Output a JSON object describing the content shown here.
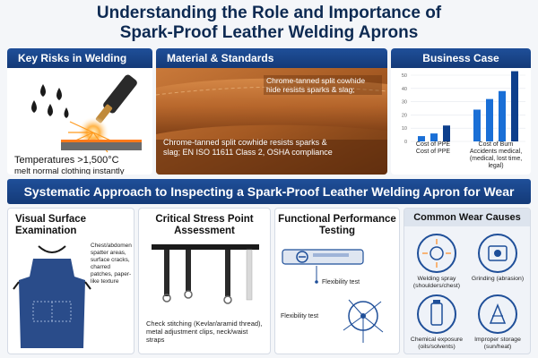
{
  "title": {
    "line1": "Understanding the Role and Importance of",
    "line2": "Spark-Proof Leather Welding Aprons"
  },
  "risks": {
    "header": "Key Risks in Welding",
    "caption_line1": "Temperatures >1,500°C",
    "caption_line2": "melt normal clothing instantly"
  },
  "material": {
    "header": "Material & Standards",
    "callout_top": "Chrome-tanned split cowhide hide resists sparks & slag;",
    "callout_bottom": "Chrome-tanned split cowhide resists sparks & slag; EN ISO 11611 Class 2, OSHA compliance"
  },
  "business": {
    "header": "Business Case",
    "chart_data": {
      "type": "bar",
      "y_ticks": [
        "50",
        "40",
        "30",
        "20",
        "10",
        "0"
      ],
      "ylim": [
        0,
        50
      ],
      "groups": [
        {
          "label_line1": "Cost of PPE",
          "label_line2": "Cost of PPE",
          "values": [
            4,
            6,
            12
          ]
        },
        {
          "label_line1": "Cost of Burn",
          "label_line2": "Accidents medical, (medical, lost time, legal)",
          "values": [
            24,
            32,
            38,
            53
          ]
        }
      ],
      "colors": [
        "#1a6fd6",
        "#0d3f8c"
      ]
    }
  },
  "banner": "Systematic Approach to Inspecting a Spark-Proof Leather Welding Apron for Wear",
  "visual": {
    "title": "Visual Surface Examination",
    "note": "Chest/abdomen spatter areas, surface cracks, charred patches, paper-like texture"
  },
  "stress": {
    "title": "Critical Stress Point Assessment",
    "note": "Check stitching (Kevlar/aramid thread), metal adjustment clips, neck/waist straps"
  },
  "functional": {
    "title": "Functional Performance Testing",
    "label_a": "Flexibility test",
    "label_b": "Flexibility test"
  },
  "causes": {
    "title": "Common Wear Causes",
    "items": [
      {
        "label": "Welding spray (shoulders/chest)"
      },
      {
        "label": "Grinding (abrasion)"
      },
      {
        "label": "Chemical exposure (oils/solvents)"
      },
      {
        "label": "Improper storage (sun/heat)"
      }
    ]
  }
}
